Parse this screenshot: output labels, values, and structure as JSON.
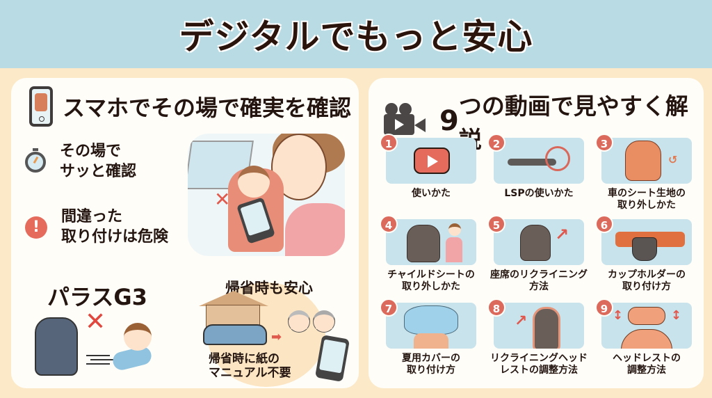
{
  "header": {
    "title": "デジタルでもっと安心"
  },
  "left_panel": {
    "title": "スマホでその場で確実を確認",
    "title_icon": "smartphone-icon",
    "points": [
      {
        "icon": "stopwatch-icon",
        "line1": "その場で",
        "line2": "サッと確認"
      },
      {
        "icon": "alert-icon",
        "icon_glyph": "!",
        "line1": "間違った",
        "line2": "取り付けは危険"
      }
    ],
    "scene": {
      "mark": "✕"
    },
    "product": {
      "name": "パラスG3",
      "mark": "✕"
    },
    "homecoming": {
      "title": "帰省時も安心",
      "arrow": "➡",
      "note_line1": "帰省時に紙の",
      "note_line2": "マニュアル不要"
    }
  },
  "right_panel": {
    "title_num": "9",
    "title_rest": "つの動画で見やすく解説",
    "title_icon": "video-camera-icon",
    "videos": [
      {
        "num": "1",
        "line1": "使いかた",
        "line2": ""
      },
      {
        "num": "2",
        "line1": "LSPの使いかた",
        "line2": ""
      },
      {
        "num": "3",
        "line1": "車のシート生地の",
        "line2": "取り外しかた"
      },
      {
        "num": "4",
        "line1": "チャイルドシートの",
        "line2": "取り外しかた"
      },
      {
        "num": "5",
        "line1": "座席のリクライニング",
        "line2": "方法"
      },
      {
        "num": "6",
        "line1": "カップホルダーの",
        "line2": "取り付け方"
      },
      {
        "num": "7",
        "line1": "夏用カバーの",
        "line2": "取り付け方"
      },
      {
        "num": "8",
        "line1": "リクライニングヘッド",
        "line2": "レストの調整方法"
      },
      {
        "num": "9",
        "line1": "ヘッドレストの",
        "line2": "調整方法"
      }
    ]
  },
  "colors": {
    "header_bg": "#b9dbe3",
    "page_bg": "#fbe9c8",
    "panel_bg": "#fffdf8",
    "accent_red": "#dc6a5c",
    "thumb_bg": "#c9e3ec"
  }
}
